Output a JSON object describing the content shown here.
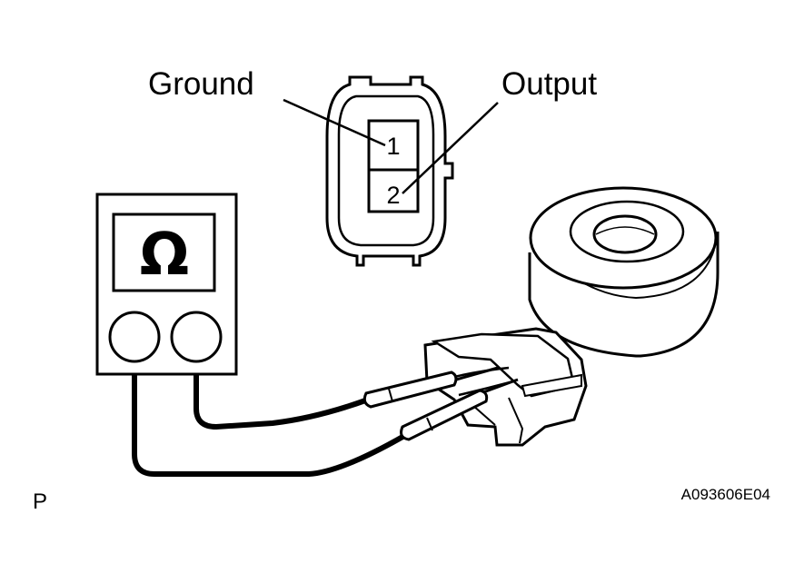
{
  "labels": {
    "ground": "Ground",
    "output": "Output",
    "pin1": "1",
    "pin2": "2"
  },
  "meter": {
    "symbol": "Ω"
  },
  "footer": {
    "corner_letter": "P",
    "figure_code": "A093606E04"
  },
  "colors": {
    "line": "#000000",
    "background": "#ffffff",
    "shade": "#c8c8c8"
  }
}
